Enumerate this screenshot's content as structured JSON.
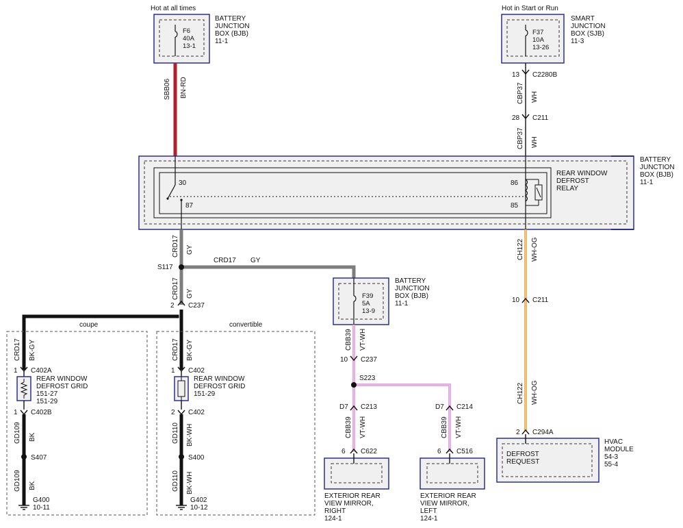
{
  "power": {
    "hot_all_times": "Hot at all times",
    "hot_start_run": "Hot in Start or Run"
  },
  "bjb_top": {
    "title": [
      "BATTERY",
      "JUNCTION",
      "BOX (BJB)",
      "11-1"
    ],
    "fuse": [
      "F6",
      "40A",
      "13-1"
    ],
    "wire_circuit": "SBB06",
    "wire_color": "BN-RD"
  },
  "sjb": {
    "title": [
      "SMART",
      "JUNCTION",
      "BOX (SJB)",
      "11-3"
    ],
    "fuse": [
      "F37",
      "10A",
      "13-26"
    ],
    "pin": "13",
    "connector": "C2280B",
    "wire_circuit": "CBP37",
    "wire_color": "WH",
    "pin2": "28",
    "connector2": "C211",
    "wire_circuit2": "CBP37",
    "wire_color2": "WH"
  },
  "relay_box": {
    "title": [
      "BATTERY",
      "JUNCTION",
      "BOX (BJB)",
      "11-1"
    ],
    "relay_title": [
      "REAR WINDOW",
      "DEFROST",
      "RELAY"
    ],
    "pin30": "30",
    "pin87": "87",
    "pin86": "86",
    "pin85": "85"
  },
  "left_feed": {
    "circuit": "CRD17",
    "color": "GY",
    "splice": "S117",
    "branch_circuit": "CRD17",
    "branch_color": "GY",
    "circuit2": "CRD17",
    "color2": "GY",
    "pin": "2",
    "connector": "C237"
  },
  "coupe": {
    "label": "coupe",
    "circuit": "CRD17",
    "color": "BK-GY",
    "pin_top": "1",
    "conn_top": "C402A",
    "grid_title": [
      "REAR WINDOW",
      "DEFROST GRID",
      "151-27",
      "151-29"
    ],
    "pin_bot": "1",
    "conn_bot": "C402B",
    "gnd_circuit": "GD109",
    "gnd_color": "BK",
    "splice": "S407",
    "gnd_circuit2": "GD109",
    "gnd_color2": "BK",
    "ground": [
      "G400",
      "10-11"
    ]
  },
  "convertible": {
    "label": "convertible",
    "circuit": "CRD17",
    "color": "BK-GY",
    "pin_top": "1",
    "conn_top": "C402",
    "grid_title": [
      "REAR WINDOW",
      "DEFROST GRID",
      "151-29"
    ],
    "pin_bot": "2",
    "conn_bot": "C402",
    "gnd_circuit": "GD110",
    "gnd_color": "BK-WH",
    "splice": "S400",
    "gnd_circuit2": "GD110",
    "gnd_color2": "BK-WH",
    "ground": [
      "G402",
      "10-12"
    ]
  },
  "bjb_mid": {
    "title": [
      "BATTERY",
      "JUNCTION",
      "BOX (BJB)",
      "11-1"
    ],
    "fuse": [
      "F39",
      "5A",
      "13-9"
    ],
    "circuit": "CBB39",
    "color": "VT-WH",
    "pin": "10",
    "connector": "C237",
    "splice": "S223"
  },
  "mirror_right": {
    "pin": "D7",
    "connector": "C213",
    "circuit": "CBB39",
    "color": "VT-WH",
    "pin2": "6",
    "connector2": "C622",
    "title": [
      "EXTERIOR REAR",
      "VIEW MIRROR,",
      "RIGHT",
      "124-1"
    ]
  },
  "mirror_left": {
    "pin": "D7",
    "connector": "C214",
    "circuit": "CBB39",
    "color": "VT-WH",
    "pin2": "6",
    "connector2": "C516",
    "title": [
      "EXTERIOR REAR",
      "VIEW MIRROR,",
      "LEFT",
      "124-1"
    ]
  },
  "hvac": {
    "circuit": "CH122",
    "color": "WH-OG",
    "pin": "10",
    "connector": "C211",
    "circuit2": "CH122",
    "color2": "WH-OG",
    "pin2": "2",
    "connector2": "C294A",
    "title": [
      "HVAC",
      "MODULE",
      "54-3",
      "55-4"
    ],
    "request": [
      "DEFROST",
      "REQUEST"
    ]
  },
  "colors": {
    "bn_rd": "#b3202a",
    "gy": "#7d7d7d",
    "bk": "#111111",
    "vt_wh": "#d88ad8",
    "wh_og": "#e39a2c",
    "box_border": "#2b2f8f",
    "box_fill": "#f0f0f0"
  }
}
